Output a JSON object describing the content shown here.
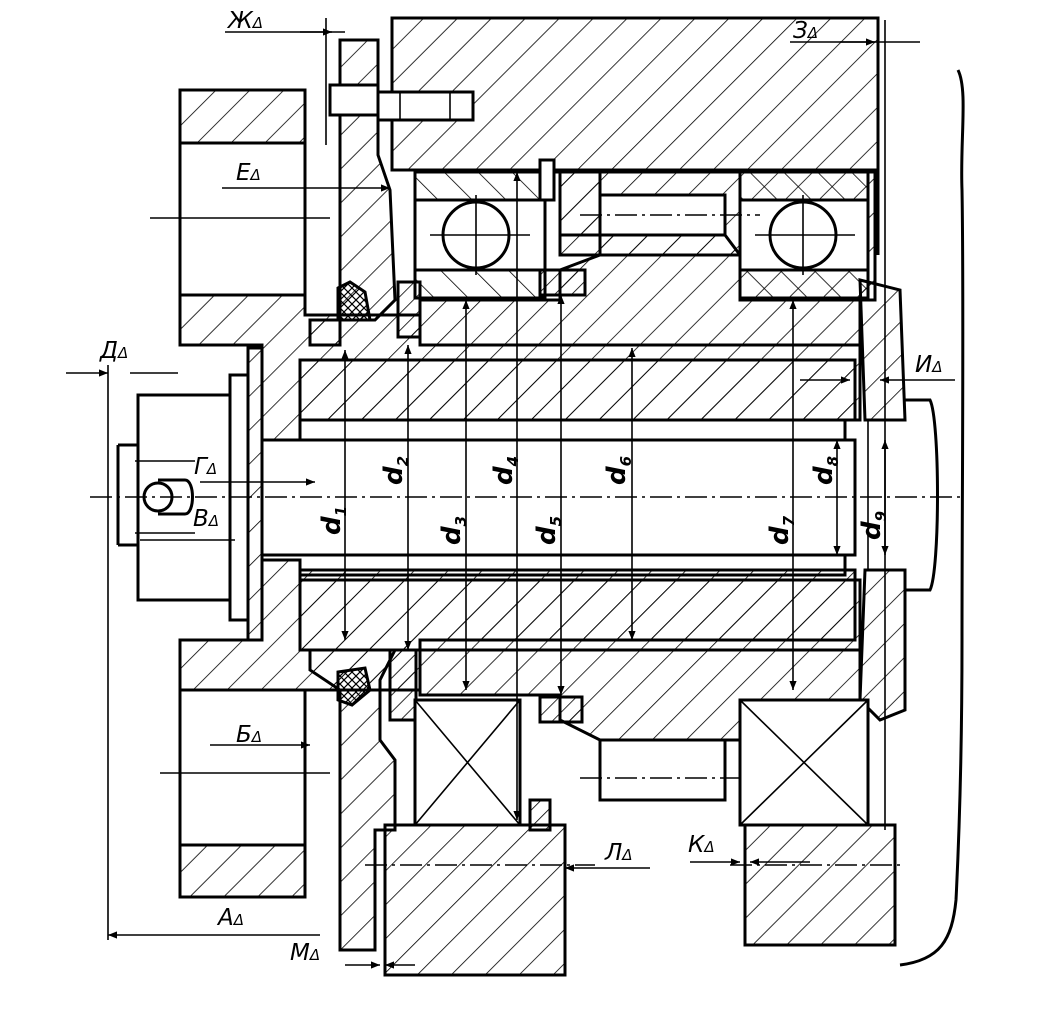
{
  "diagram": {
    "gap_labels": {
      "A": "А",
      "B": "Б",
      "V": "В",
      "G": "Г",
      "D": "Д",
      "E": "Е",
      "Zh": "Ж",
      "Z": "З",
      "I": "И",
      "K": "К",
      "L": "Л",
      "M": "М",
      "delta": "Δ"
    },
    "diameters": [
      {
        "main": "d",
        "index": "1"
      },
      {
        "main": "d",
        "index": "2"
      },
      {
        "main": "d",
        "index": "3"
      },
      {
        "main": "d",
        "index": "4"
      },
      {
        "main": "d",
        "index": "5"
      },
      {
        "main": "d",
        "index": "6"
      },
      {
        "main": "d",
        "index": "7"
      },
      {
        "main": "d",
        "index": "8"
      },
      {
        "main": "d",
        "index": "9"
      }
    ]
  }
}
